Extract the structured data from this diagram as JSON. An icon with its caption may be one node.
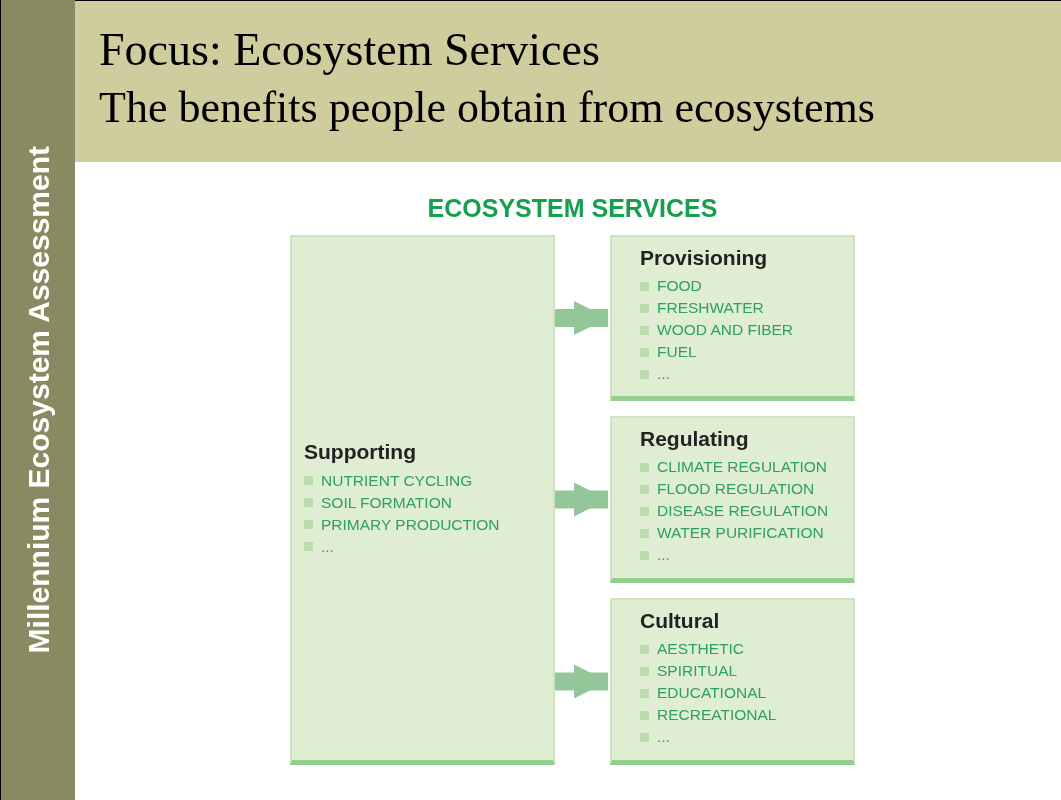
{
  "diagram": {
    "title": "Focus: Ecosystem Services",
    "nodes": [
      {
        "text": [
          "Supporting",
          "NUTRIENT CYCLING",
          "SOIL FORMATION",
          "PRIMARY PRODUCTION",
          "..."
        ]
      },
      {
        "text": [
          "Provisioning",
          "FOOD",
          "FRESHWATER",
          "WOOD AND FIBER",
          "FUEL",
          "..."
        ]
      },
      {
        "text": [
          "Regulating",
          "CLIMATE REGULATION",
          "FLOOD REGULATION",
          "DISEASE REGULATION",
          "WATER PURIFICATION",
          "..."
        ]
      },
      {
        "text": [
          "Cultural",
          "AESTHETIC",
          "SPIRITUAL",
          "EDUCATIONAL",
          "RECREATIONAL",
          "..."
        ]
      }
    ],
    "edges": [
      {
        "from": 0,
        "to": 1,
        "arrow": "to"
      },
      {
        "from": 0,
        "to": 2,
        "arrow": "to"
      },
      {
        "from": 0,
        "to": 3,
        "arrow": "to"
      }
    ],
    "labels": [
      "Millennium Ecosystem Assessment",
      "The benefits people obtain from ecosystems",
      "ECOSYSTEM SERVICES"
    ]
  }
}
